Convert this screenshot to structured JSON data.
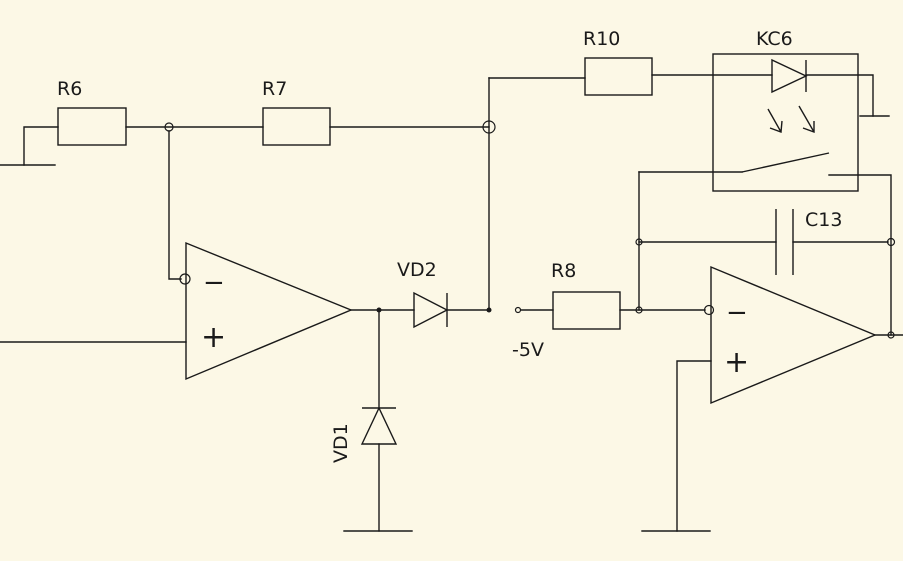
{
  "diagram": {
    "colors": {
      "background": "#fcf8e6",
      "ink": "#1a1a1a"
    },
    "labels": {
      "r6": "R6",
      "r7": "R7",
      "r10": "R10",
      "r8": "R8",
      "kc6": "KC6",
      "c13": "C13",
      "vd2": "VD2",
      "vd1": "VD1",
      "supply": "-5V"
    },
    "opamp_signs": {
      "minus": "−",
      "plus": "+"
    }
  }
}
